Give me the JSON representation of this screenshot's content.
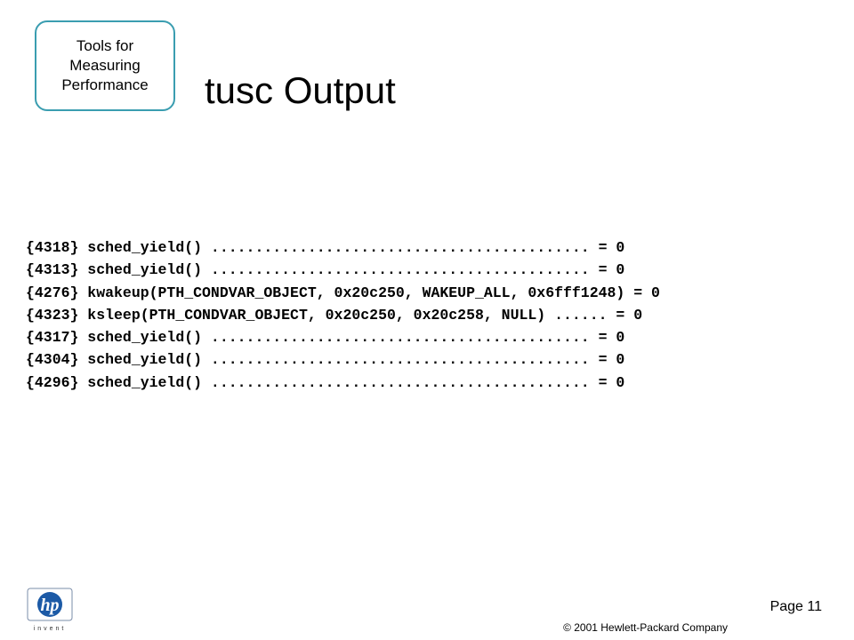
{
  "section_label": "Tools for\nMeasuring\nPerformance",
  "title": "tusc Output",
  "trace_lines": [
    "{4318} sched_yield() ........................................... = 0",
    "{4313} sched_yield() ........................................... = 0",
    "{4276} kwakeup(PTH_CONDVAR_OBJECT, 0x20c250, WAKEUP_ALL, 0x6fff1248) = 0",
    "{4323} ksleep(PTH_CONDVAR_OBJECT, 0x20c250, 0x20c258, NULL) ...... = 0",
    "{4317} sched_yield() ........................................... = 0",
    "{4304} sched_yield() ........................................... = 0",
    "{4296} sched_yield() ........................................... = 0"
  ],
  "footer": {
    "logo_text": "hp",
    "logo_tagline": "invent",
    "page": "Page 11",
    "copyright": "© 2001 Hewlett-Packard  Company"
  },
  "colors": {
    "section_border": "#3a9db0",
    "logo_blue": "#1c5aa6"
  }
}
